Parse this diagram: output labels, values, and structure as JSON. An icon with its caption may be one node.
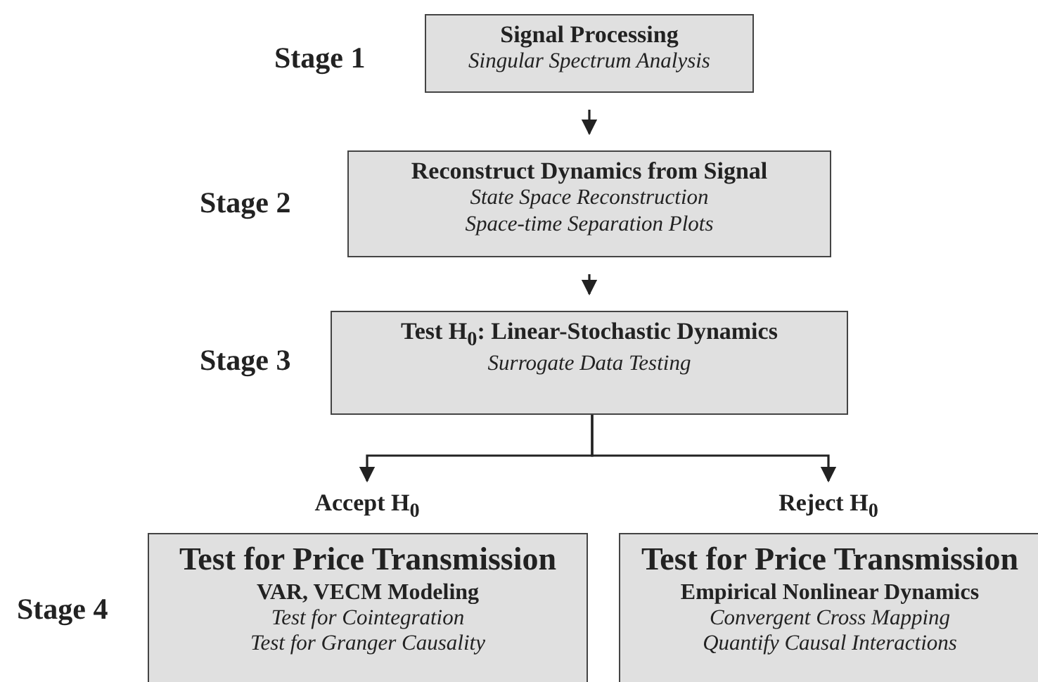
{
  "diagram": {
    "nodes": [
      {
        "text": [
          "Signal Processing",
          "Singular Spectrum Analysis"
        ],
        "beside": [
          "Stage 1"
        ]
      },
      {
        "text": [
          "Reconstruct Dynamics from Signal",
          "State Space Reconstruction",
          "Space-time Separation Plots"
        ],
        "beside": [
          "Stage 2"
        ]
      },
      {
        "text": [
          "Test H$_{0}$:  Linear-Stochastic Dynamics",
          "Surrogate Data Testing"
        ],
        "beside": [
          "Stage 3"
        ]
      },
      {
        "text": [
          "Test for Price Transmission",
          "VAR, VECM Modeling",
          "Test for Cointegration",
          "Test for Granger Causality"
        ]
      },
      {
        "text": [
          "Test for Price Transmission",
          "Empirical Nonlinear Dynamics",
          "Convergent Cross Mapping",
          "Quantify Causal Interactions"
        ]
      }
    ],
    "edges": [
      {
        "from": 0,
        "to": 1,
        "arrow": "to"
      },
      {
        "from": 1,
        "to": 2,
        "arrow": "to"
      },
      {
        "from": 2,
        "to": 3,
        "arrow": "to",
        "label": "Accept H$_{0}$"
      },
      {
        "from": 2,
        "to": 4,
        "arrow": "to",
        "label": "Reject H$_{0}$"
      }
    ],
    "labels": [
      "Stage 4"
    ]
  }
}
